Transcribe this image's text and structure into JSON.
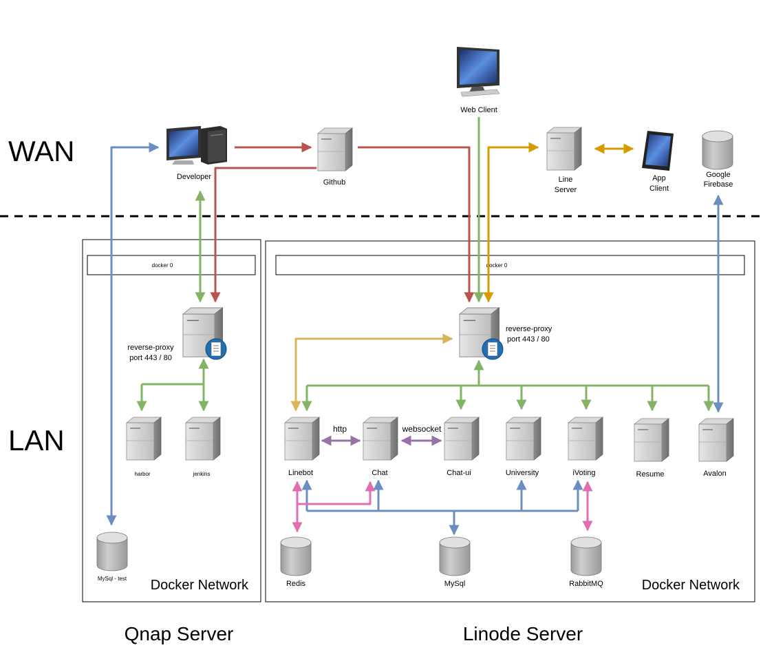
{
  "zones": {
    "wan": "WAN",
    "lan": "LAN"
  },
  "servers": {
    "qnap": "Qnap Server",
    "linode": "Linode Server"
  },
  "qnap": {
    "docker_bridge": "docker 0",
    "network_label": "Docker Network",
    "proxy": {
      "line1": "reverse-proxy",
      "line2": "port 443 / 80"
    },
    "harbor": "harbor",
    "jenkins": "jenkins",
    "mysql_test": "MySql - test"
  },
  "linode": {
    "docker_bridge": "docker 0",
    "network_label": "Docker Network",
    "proxy": {
      "line1": "reverse-proxy",
      "line2": "port 443 / 80"
    },
    "services": {
      "linebot": "Linebot",
      "chat": "Chat",
      "chat_ui": "Chat-ui",
      "university": "University",
      "ivoting": "iVoting",
      "resume": "Resume",
      "avalon": "Avalon"
    },
    "databases": {
      "redis": "Redis",
      "mysql": "MySql",
      "rabbitmq": "RabbitMQ"
    },
    "edges": {
      "http": "http",
      "websocket": "websocket"
    }
  },
  "wan": {
    "developer": "Developer",
    "github": "Github",
    "web_client": "Web Client",
    "line_server": {
      "line1": "Line",
      "line2": "Server"
    },
    "app_client": {
      "line1": "App",
      "line2": "Client"
    },
    "firebase": {
      "line1": "Google",
      "line2": "Firebase"
    }
  },
  "colors": {
    "blue": "#6c8ebf",
    "red": "#b85450",
    "green": "#82b366",
    "orange": "#d79b00",
    "yellow": "#d6b656",
    "purple": "#9673a6",
    "pink": "#e06eb0"
  }
}
